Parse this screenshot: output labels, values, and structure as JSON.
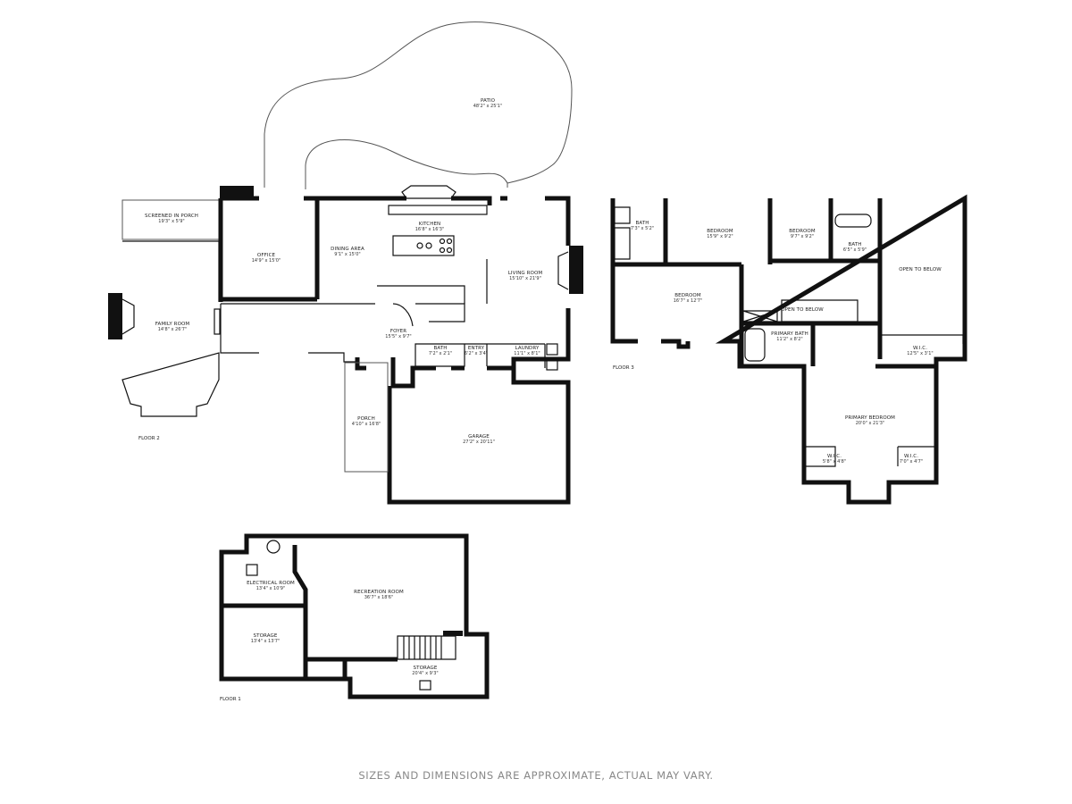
{
  "floors": {
    "floor1": {
      "label": "FLOOR 1",
      "rooms": [
        {
          "name": "ELECTRICAL ROOM",
          "dims": "13'4\" x 10'9\""
        },
        {
          "name": "RECREATION ROOM",
          "dims": "36'7\" x 18'6\""
        },
        {
          "name": "STORAGE",
          "dims": "13'4\" x 13'7\""
        },
        {
          "name": "STORAGE",
          "dims": "20'4\" x 9'3\""
        }
      ]
    },
    "floor2": {
      "label": "FLOOR 2",
      "rooms": [
        {
          "name": "PATIO",
          "dims": "48'2\" x 25'1\""
        },
        {
          "name": "SCREENED IN PORCH",
          "dims": "19'3\" x 5'9\""
        },
        {
          "name": "OFFICE",
          "dims": "14'9\" x 15'0\""
        },
        {
          "name": "DINING AREA",
          "dims": "9'1\" x 15'0\""
        },
        {
          "name": "KITCHEN",
          "dims": "16'8\" x 16'3\""
        },
        {
          "name": "LIVING ROOM",
          "dims": "15'10\" x 21'9\""
        },
        {
          "name": "FAMILY ROOM",
          "dims": "14'8\" x 26'7\""
        },
        {
          "name": "FOYER",
          "dims": "15'5\" x 9'7\""
        },
        {
          "name": "BATH",
          "dims": "7'2\" x 2'1\""
        },
        {
          "name": "ENTRY",
          "dims": "6'2\" x 3'4\""
        },
        {
          "name": "LAUNDRY",
          "dims": "11'1\" x 8'1\""
        },
        {
          "name": "PORCH",
          "dims": "4'10\" x 16'8\""
        },
        {
          "name": "GARAGE",
          "dims": "27'2\" x 20'11\""
        }
      ]
    },
    "floor3": {
      "label": "FLOOR 3",
      "rooms": [
        {
          "name": "BATH",
          "dims": "7'3\" x 5'2\""
        },
        {
          "name": "BEDROOM",
          "dims": "15'9\" x 9'2\""
        },
        {
          "name": "BEDROOM",
          "dims": "9'7\" x 9'2\""
        },
        {
          "name": "BATH",
          "dims": "6'5\" x 5'9\""
        },
        {
          "name": "OPEN TO BELOW",
          "dims": ""
        },
        {
          "name": "BEDROOM",
          "dims": "16'7\" x 12'7\""
        },
        {
          "name": "OPEN TO BELOW",
          "dims": ""
        },
        {
          "name": "PRIMARY BATH",
          "dims": "11'2\" x 8'2\""
        },
        {
          "name": "W.I.C.",
          "dims": "12'5\" x 3'1\""
        },
        {
          "name": "PRIMARY BEDROOM",
          "dims": "20'0\" x 21'3\""
        },
        {
          "name": "W.I.C.",
          "dims": "5'8\" x 4'8\""
        },
        {
          "name": "W.I.C.",
          "dims": "7'0\" x 4'7\""
        }
      ]
    }
  },
  "disclaimer": "SIZES AND DIMENSIONS ARE APPROXIMATE, ACTUAL MAY VARY."
}
